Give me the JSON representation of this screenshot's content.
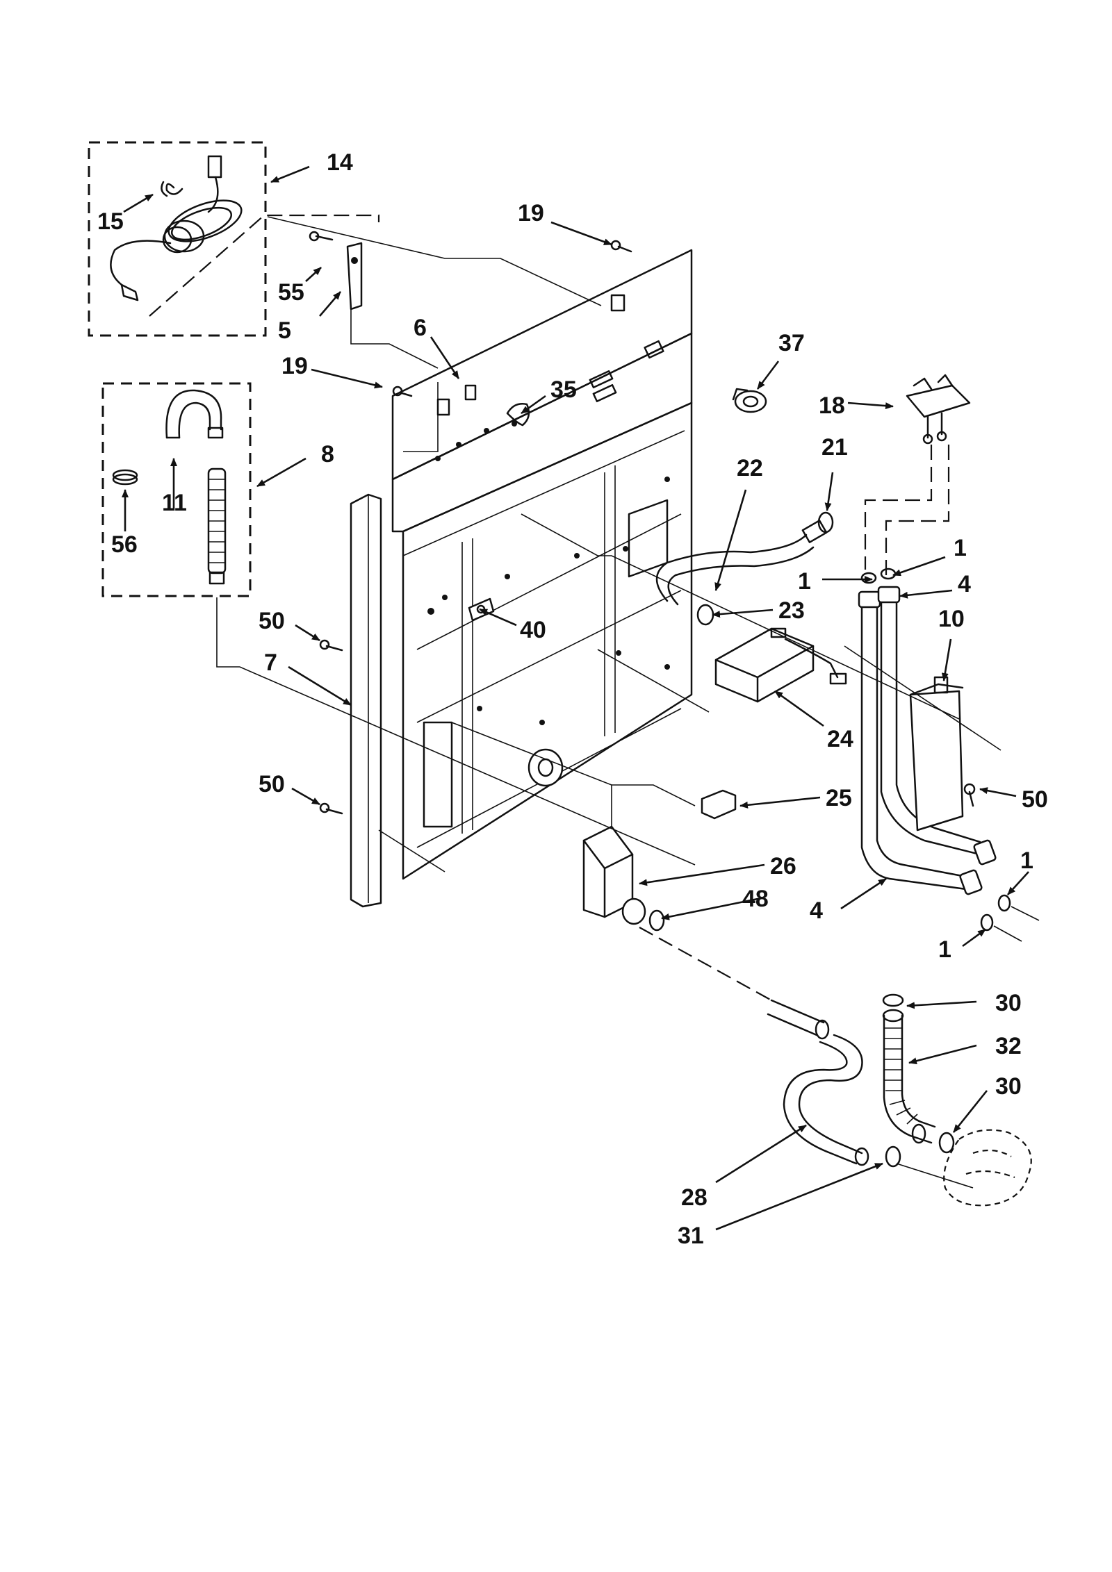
{
  "diagram": {
    "callouts": {
      "c1a": "1",
      "c1b": "1",
      "c1c": "1",
      "c1d": "1",
      "c4a": "4",
      "c4b": "4",
      "c5": "5",
      "c6": "6",
      "c7": "7",
      "c8": "8",
      "c10": "10",
      "c11": "11",
      "c14": "14",
      "c15": "15",
      "c18": "18",
      "c19a": "19",
      "c19b": "19",
      "c21": "21",
      "c22": "22",
      "c23": "23",
      "c24": "24",
      "c25": "25",
      "c26": "26",
      "c28": "28",
      "c30a": "30",
      "c30b": "30",
      "c31": "31",
      "c32": "32",
      "c35": "35",
      "c37": "37",
      "c40": "40",
      "c48": "48",
      "c50a": "50",
      "c50b": "50",
      "c50c": "50",
      "c55": "55",
      "c56": "56"
    },
    "colors": {
      "ink": "#111111",
      "paper": "#ffffff"
    }
  }
}
